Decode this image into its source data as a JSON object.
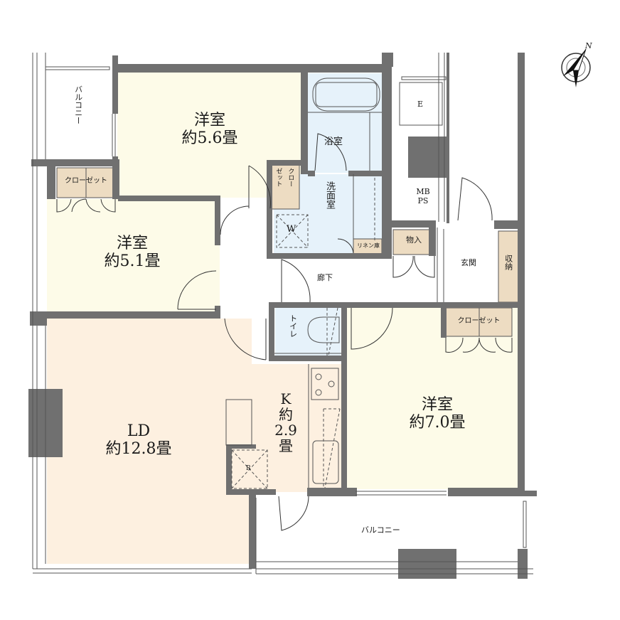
{
  "colors": {
    "wall": "#707070",
    "bedroom_fill": "#fdfbe8",
    "ld_fill": "#fdf0e0",
    "wet_fill": "#e6f2fa",
    "storage_fill": "#eddcc2",
    "corridor_fill": "#ffffff",
    "line": "#333333"
  },
  "compass": {
    "label": "N"
  },
  "rooms": {
    "bedroom_56": {
      "name": "洋室",
      "size": "約5.6畳"
    },
    "bedroom_51": {
      "name": "洋室",
      "size": "約5.1畳"
    },
    "bedroom_70": {
      "name": "洋室",
      "size": "約7.0畳"
    },
    "ld": {
      "name": "LD",
      "size": "約12.8畳"
    },
    "kitchen": {
      "name": "K",
      "size_prefix": "約",
      "size_value": "2.9",
      "size_unit": "畳"
    },
    "bath": {
      "name": "浴室"
    },
    "washroom": {
      "name": "洗面室"
    },
    "toilet": {
      "name": "トイレ"
    },
    "corridor": {
      "name": "廊下"
    },
    "entrance": {
      "name": "玄関"
    }
  },
  "storage": {
    "closet_top_left": "クローゼット",
    "closet_small": "クローゼット",
    "closet_small_col1": "クロー",
    "closet_small_col2": "ゼット",
    "closet_right": "クローゼット",
    "linen": "リネン庫",
    "monoire": "物入",
    "shuno": "収納"
  },
  "misc": {
    "balcony_top": "バルコニー",
    "balcony_bottom": "バルコニー",
    "elevator": "E",
    "mbps_line1": "MB",
    "mbps_line2": "PS",
    "washer": "W",
    "fridge": "R"
  }
}
